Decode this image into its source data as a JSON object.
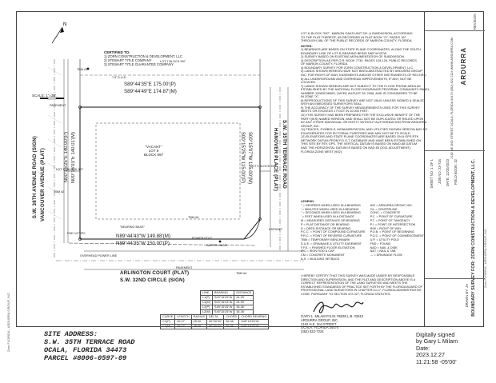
{
  "side_text": "Zorn FLORIDA - ARDURRA GROUP, INC.",
  "certified_to": {
    "heading": "CERTIFIED TO:",
    "lines": [
      "1) ZORN CONSTRUCTION & DEVELOPMENT, LLC.",
      "2) STEWART TITLE COMPANY",
      "3) STEWART TITLE GUARANTEE COMPANY"
    ]
  },
  "description": [
    "LOT 8, BLOCK \"597\", MARION OAKS UNIT SIX, A SUBDIVISION, ACCORDING",
    "TO THE PLAT THEREOF, AS RECORDED IN PLAT BOOK \"O\", PAGES 167",
    "THROUGH 186, OF THE PUBLIC RECORDS OF MARION COUNTY, FLORIDA."
  ],
  "notes_heading": "NOTES:",
  "notes": [
    "1) BEARINGS ARE BASED ON STATE PLANE COORDINATES, ALONG THE SOUTH",
    "BOUNDARY LINE OF LOT 8; BEARING BEING N89°44'43\"W.",
    "2) SURVEY BASED ON EXISTING MONUMENTATION OF SUBDIVISION.",
    "3) DESCRIPTION AS PER O.R. BOOK 7730, PAGES 128-129, PUBLIC RECORDS",
    "OF MARION COUNTY, FLORIDA.",
    "4) BOUNDARY SURVEY FOR ZORN CONSTRUCTION & DEVELOPMENT, LLC.",
    "5) LANDS SHOWN HEREON HAVE NOT BEEN ABSTRACTED BY ARDURRA GROUP,",
    "INC. FOR RIGHT-OF-WAY, EASEMENTS AND/OR OTHER INSTRUMENTS OF RECORD.",
    "6) ALL UNDERGROUND AND OVERHEAD IMPROVEMENTS, IF ANY, NOT BE",
    "LOCATED.",
    "7) LANDS SHOWN HEREON ARE NOT SUBJECT TO THE FLOOD PRONE AREA AS",
    "ESTABLISHED BY THE NATIONAL FLOOD INSURANCE PROGRAM, COMMUNITY PANEL",
    "NUMBER 12083C0690D, DATED AUGUST 28, 2008, AND IS CONSIDERED TO BE",
    "IN ZONE \"X\".",
    "8) REPRODUCTIONS OF THIS SURVEY ARE NOT VALID UNLESS SIGNED & SEALED",
    "WITH AN EMBOSSED SURVEYORS SEAL.",
    "9) THE ACCURACY OF THE SURVEY MEASUREMENTS USED FOR THIS SURVEY",
    "MEETS OR EXCEEDS 1 FOOT IN 10,000 FEET.",
    "10) THIS SURVEY HAS BEEN PREPARED FOR THE EXCLUSIVE BENEFIT OF THE",
    "PARTY(IES) NAMED HEREON, AND SHALL NOT BE DUPLICATED OR RELIED UPON",
    "BY ANY OTHER INDIVIDUAL OR ENTITY WITHOUT AUTHORIZATION FROM ARDURRA",
    "GROUP, INC.",
    "11) FENCES, SYMBOLS, MONUMENTATION, AND UTILITIES SHOWN HEREON MAY BE",
    "EXAGGERATED FOR PICTORIAL PURPOSES AND MAY NOT BE TO SCALE.",
    "12) ELEVATIONS AND STATE PLANE COORDINATES ARE BASED ON A GPS RTK",
    "NETWORK DATUM FROM F.D.O.T. DATABASE AND HAVE BEEN ESTABLISHED ON",
    "THIS SITE BY RTK GPS. THE VERTICAL DATUM IS BASED ON NAVD-88 DATUM",
    "AND THE HORIZONTAL DATUM IS BASED ON NAD 83 (2011 ADJUSTMENT),",
    "FLORIDA ZONE WEST (902)."
  ],
  "legend_heading": "LEGEND:",
  "legend_left": [
    "° = DEGREES WHEN USED IN A BEARING",
    "' = MINUTES WHEN USED IN A BEARING",
    "\" = SECONDS WHEN USED IN A BEARING",
    "' = FEET WHEN USED IN A DISTANCE",
    "M = MEASURED DISTANCE OR BEARING",
    "P = PLAT DISTANCE OR BEARING",
    "D = DEED DISTANCE OR BEARING",
    "P.C.C. = POINT OF COMPOUND CURVATURE",
    "P.R.C. = POINT OF REVERSE CURVATURE",
    "TBM = TEMPORARY BENCHMARK",
    "D.U.E. = DRAINAGE & UTILITY EASEMENT",
    "F.F.E. = FINISHED FLOOR ELEVATION",
    "IPC = IRON ROD & CAP",
    "CM = CONCRETE MONUMENT",
    "B.S. = BUILDING SETBACK"
  ],
  "legend_right": [
    "AGI = ARDURRA GROUP, INC.",
    "C/L = CENTERLINE",
    "CONC. = CONCRETE",
    "P.C. = POINT OF CURVATURE",
    "P.T. = POINT OF TANGENCY",
    "P.I. = POINT OF INTERSECTION",
    "R/W = RIGHT OF WAY",
    "P.O.B. = POINT OF BEGINNING",
    "P.O.C. = POINT OF COMMENCEMENT",
    "U.P. = UTILITY POLE",
    "FND = FOUND",
    "N&D = NAIL & DISK",
    "N&T = NAIL & TAB",
    "→ = DRAINAGE FLOW"
  ],
  "certification": [
    "I HEREBY CERTIFY THAT THIS SURVEY WAS MADE UNDER MY RESPONSIBLE",
    "DIRECTION AND SUPERVISION, AND THE PLAT AND DESCRIPTION ABOVE IS A",
    "CORRECT REPRESENTATION OF THE LAND SURVEYED AND MEETS THE",
    "ESTABLISHED STANDARDS OF PRACTICE SET FORTH BY THE FLORIDA BOARD OF",
    "PROFESSIONAL LAND SURVEYORS IN CHAPTER 5J-17, FLORIDA ADMINISTRATIVE",
    "CODE, PURSUANT TO SECTION 472.027, FLORIDA STATUTES."
  ],
  "surveyor": {
    "name": "GARY L. MILAM P.S.M. #5038  L.B. #2610",
    "company": "ARDURRA GROUP, INC.",
    "address1": "2182 N.E. 2nd STREET",
    "address2": "OCALA, FLORIDA 34470",
    "phone": "(352) 622-7224"
  },
  "digital_signature": {
    "line1": "Digitally signed",
    "line2": "by Gary L Milam",
    "line3": "Date:",
    "line4": "2023.12.27",
    "line5": "11:21:58 -05'00'"
  },
  "site_address": {
    "line1": "SITE ADDRESS:",
    "line2": "S.W. 35TH TERRACE ROAD",
    "line3": "OCALA, FLORIDA 34473",
    "line4": "PARCEL #8006-0597-09"
  },
  "roads": {
    "left1": "S.W. 38TH AVENUE ROAD (SIGN)",
    "left2": "VANCOUVER AVENUE (PLAT)",
    "right1": "HANOVER PLACE (PLAT)",
    "right2": "S.W. 35TH TERRACE ROAD",
    "bottom1": "ARLINGTON COURT (PLAT)",
    "bottom2": "S.W. 32ND CIRCLE (SIGN)"
  },
  "dimensions": {
    "north_plat": "S89°44'35\"E  175.00'(P)",
    "north_meas": "S89°44'49\"E  174.87'(M)",
    "south_meas": "N89°44'43\"W  149.88'(M)",
    "south_plat": "N89°44'35\"W  150.00'(P)",
    "west_plat": "N00°15'25\"E  140.00'(P)",
    "west_meas": "N00°16'03\"E  140.01'(M)",
    "east_plat": "S00°15'25\"W  115.00'(P)",
    "east_meas": "S00°15'07\"W  115.00'(M)"
  },
  "plan_labels": {
    "scale": "SCALE: 1\"=30'",
    "vacant": "\"VACANT\"",
    "lot": "LOT 8",
    "block": "BLOCK 597",
    "lot12": "LOT 12  BLOCK 597",
    "lot7": "LOT 7  BLOCK 597",
    "lot9": "LOT 9  BLOCK 597",
    "bearing_base": "\"BEARING BASE\"",
    "tbm1": "TBM #1",
    "tbm2": "TBM #2",
    "tbm3": "TBM #3",
    "tbm4": "TBM #4",
    "due": "7.5' D.U.E.",
    "water_valve": "WATER VALVE",
    "power_pole": "POWER POLE",
    "overhead": "OVERHEAD POWER LINE",
    "asphalt": "ASPHALT",
    "paved1": "PAVEMENT",
    "paved2": "PAVEMENT",
    "fnd": "FND 1/2\" IPC"
  },
  "line_table": {
    "headers": [
      "LINE",
      "BEARING",
      "DISTANCE"
    ],
    "rows": [
      [
        "L1(P)",
        "S00°15'25\"W",
        "24.99'"
      ],
      [
        "L1(M)",
        "S00°16'03\"W",
        "24.99'"
      ],
      [
        "L2(P)",
        "S45°15'25\"W",
        "35.36'"
      ],
      [
        "L2(M)",
        "S45°15'25\"W",
        "35.36'"
      ]
    ]
  },
  "curve_table": {
    "headers": [
      "CURVE",
      "LENGTH",
      "RADIUS",
      "DELTA",
      "CHORD",
      "CHORD BEARING"
    ],
    "rows": [
      [
        "C1(P)",
        "39.27'",
        "25.00'",
        "90°00'00\"",
        "35.36'",
        "S45°15'25\"W"
      ],
      [
        "C1(M)",
        "39.27'",
        "25.00'",
        "90°00'00\"",
        "35.36'",
        "S45°15'25\"W"
      ]
    ]
  },
  "title_block": {
    "company": "ARDURRA",
    "address": "2182 NE 2ND STREET OCALA, FLORIDA 34470 (352) 622-7224 WWW.ARDURRA.COM",
    "project": "BOUNDARY SURVEY FOR: ZORN CONSTRUCTION & DEVELOPMENT, LLC.",
    "fieldbook": "FIELD BOOK: 32",
    "date": "DATE: 12/20/2023",
    "job": "JOB NO: 23-734",
    "sheet": "SHEET NO: 1 OF 1",
    "drawn": "DRAWN BY: JA",
    "revision": "REVISION"
  }
}
